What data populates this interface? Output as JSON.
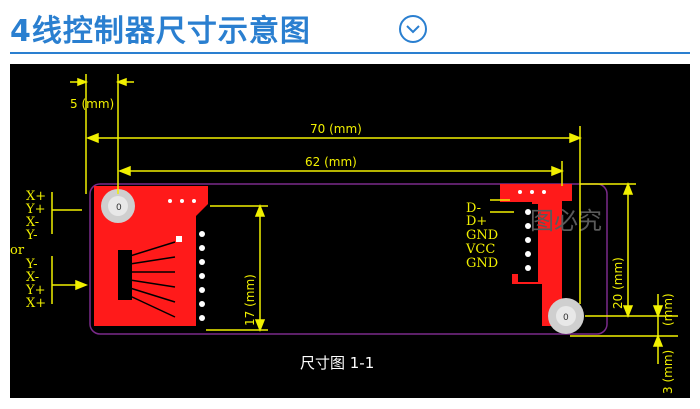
{
  "header": {
    "title": "4线控制器尺寸示意图",
    "expand_icon": "chevron-down-circle-icon"
  },
  "diagram": {
    "dim_5": "5 (mm)",
    "dim_70": "70 (mm)",
    "dim_62": "62 (mm)",
    "dim_17": "17 (mm)",
    "dim_20": "20 (mm)",
    "dim_3": "3 (mm)",
    "dim_mm_small": "(mm)",
    "left_signals_top": [
      "X+",
      "Y+",
      "X-",
      "Y-"
    ],
    "left_or": "or",
    "left_signals_bottom": [
      "Y-",
      "X-",
      "Y+",
      "X+"
    ],
    "right_signals": [
      "D-",
      "D+",
      "GND",
      "VCC",
      "GND"
    ],
    "watermark": "图必究",
    "caption": "尺寸图 1-1"
  },
  "colors": {
    "title": "#2a7fd0",
    "board_background": "#000000",
    "pcb_red": "#ff1a1a",
    "dimension_yellow": "#f1f000",
    "outline_purple": "#7a2a8a"
  }
}
